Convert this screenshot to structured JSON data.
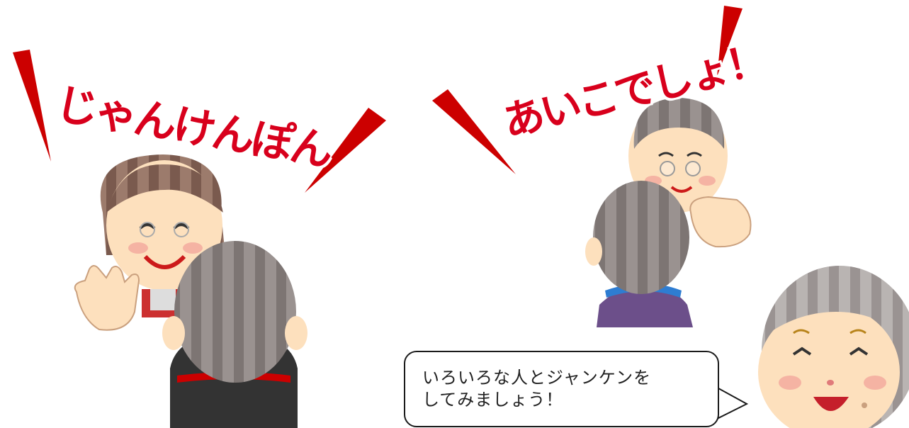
{
  "shout_left": "じゃんけんぽん",
  "shout_right": "あいこでしょ！",
  "speech": {
    "line1": "いろいろな人とジャンケンを",
    "line2": "してみましょう！"
  },
  "colors": {
    "accent_red": "#d8001c",
    "hair_gray": "#8c8482",
    "hair_brown": "#7a5a4e",
    "skin": "#fde0bd"
  },
  "icons": [
    "surprise-wedge-icon",
    "woman-face-icon",
    "old-man-face-icon",
    "back-of-head-icon",
    "smiling-woman-icon"
  ]
}
